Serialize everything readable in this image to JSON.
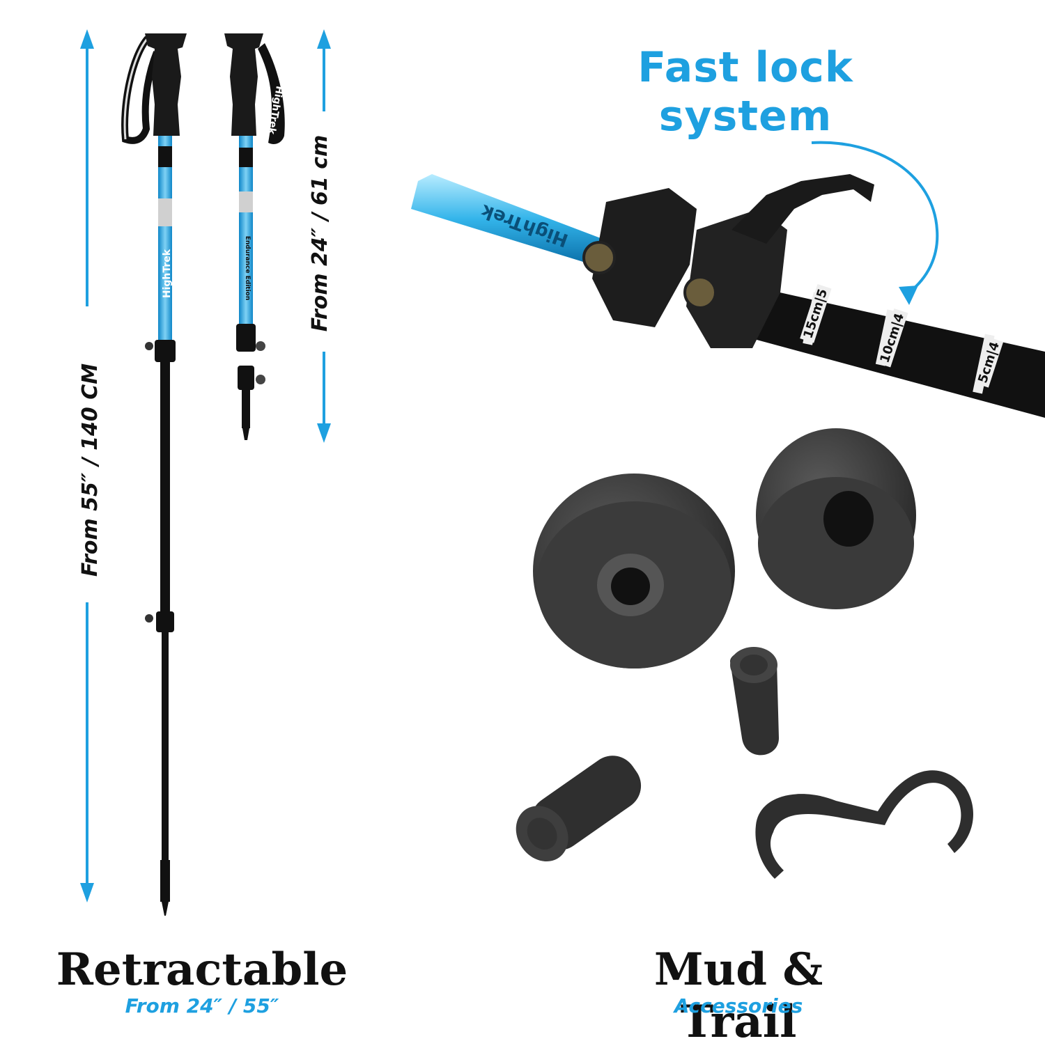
{
  "headings": {
    "lock_title": "Fast lock system",
    "left_title": "Retractable",
    "left_subtitle": "From 24″ / 55″",
    "right_title": "Mud & Trail",
    "right_subtitle": "Accessories"
  },
  "measurements": {
    "extended": "From 55″ / 140 CM",
    "collapsed": "From 24″ / 61 cm"
  },
  "pole_labels": {
    "brand": "HighTrek",
    "edition": "Endurance Edition",
    "strap_brand": "HighTrek",
    "lock_scale": [
      "15cm|5",
      "10cm|4",
      "5cm|4"
    ]
  },
  "colors": {
    "accent": "#1ea0e0",
    "pole_black": "#111111",
    "rubber": "#3a3a3a"
  },
  "icons": [
    "arrow-up-icon",
    "arrow-down-icon",
    "curved-arrow-icon"
  ]
}
